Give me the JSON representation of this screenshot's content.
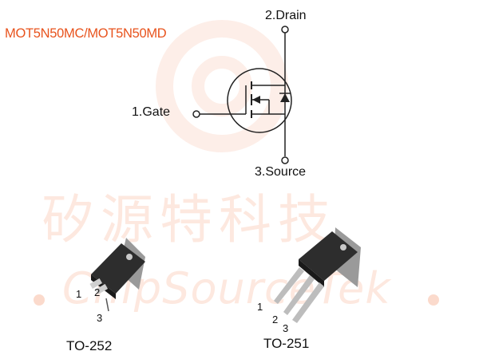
{
  "title": "MOT5N50MC/MOT5N50MD",
  "pins": {
    "drain": "2.Drain",
    "gate": "1.Gate",
    "source": "3.Source"
  },
  "watermark": {
    "chinese": "矽源特科技",
    "english": "ChipSourceTek"
  },
  "packages": [
    {
      "name": "TO-252",
      "pin1": "1",
      "pin2": "2",
      "pin3": "3"
    },
    {
      "name": "TO-251",
      "pin1": "1",
      "pin2": "2",
      "pin3": "3"
    }
  ],
  "colors": {
    "title": "#e8531d",
    "watermark": "#f4966e",
    "package_body": "#2b2b2b",
    "package_tab": "#9a9a9a"
  }
}
